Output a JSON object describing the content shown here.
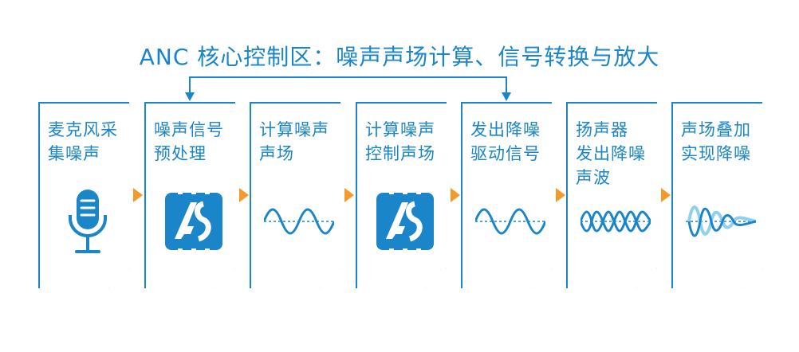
{
  "title": "ANC 核心控制区：噪声声场计算、信号转换与放大",
  "steps": [
    {
      "label": "麦克风采\n集噪声",
      "icon": "microphone-icon"
    },
    {
      "label": "噪声信号\n预处理",
      "icon": "as-chip-logo-icon"
    },
    {
      "label": "计算噪声\n声场",
      "icon": "sine-wave-icon"
    },
    {
      "label": "计算噪声\n控制声场",
      "icon": "as-chip-logo-icon"
    },
    {
      "label": "发出降噪\n驱动信号",
      "icon": "sine-wave-icon"
    },
    {
      "label": "扬声器\n发出降噪\n声波",
      "icon": "interfering-waves-icon"
    },
    {
      "label": "声场叠加\n实现降噪",
      "icon": "damped-wave-icon"
    }
  ],
  "colors": {
    "primary": "#1a85c8",
    "arrow": "#f39a2b",
    "light": "#8fd0ee"
  }
}
